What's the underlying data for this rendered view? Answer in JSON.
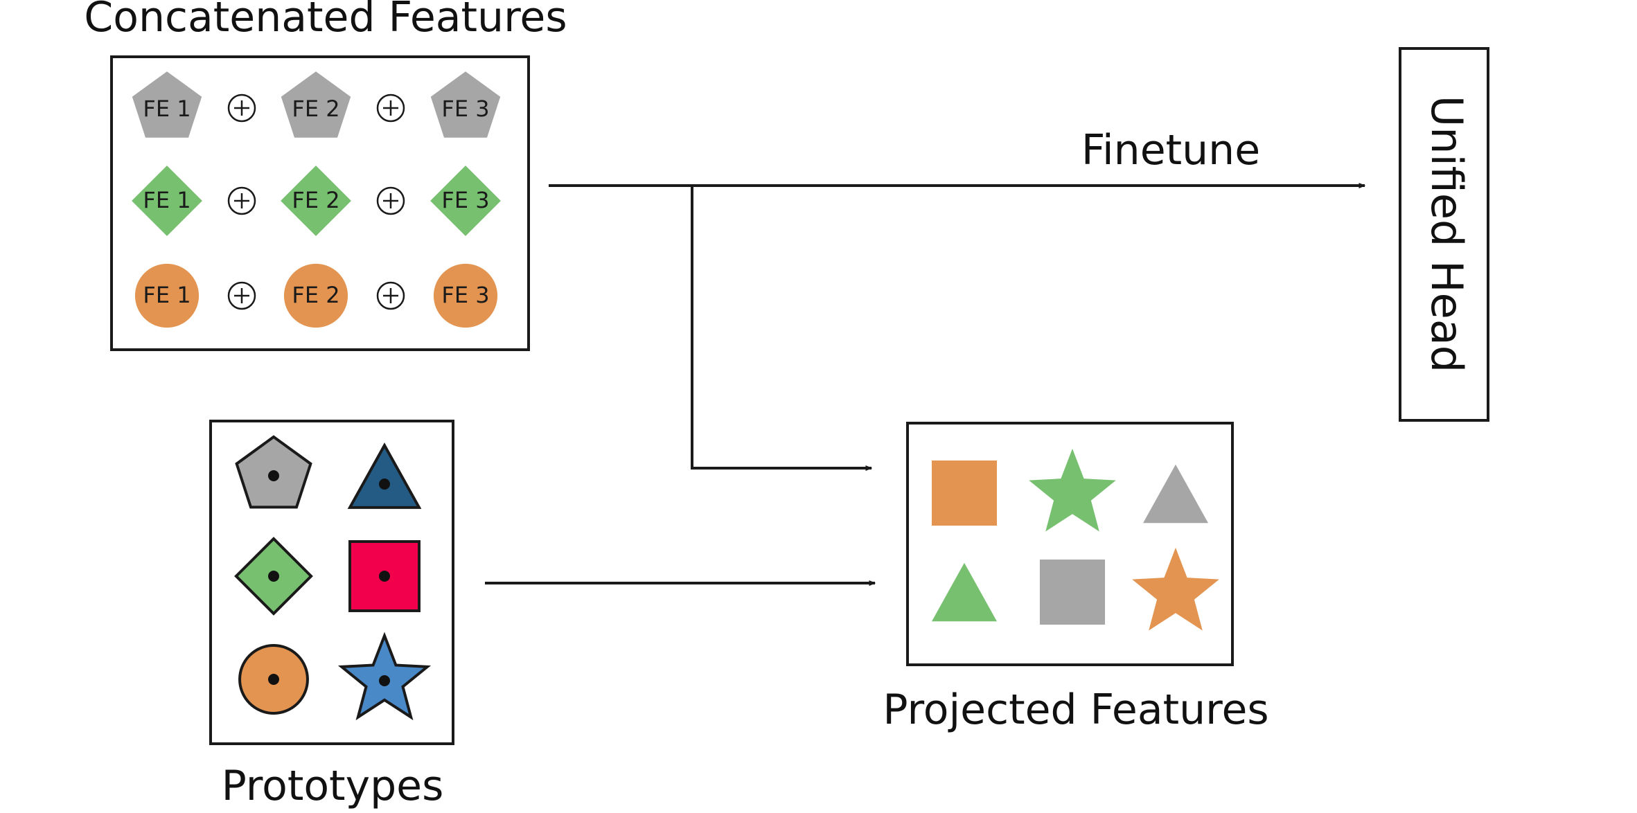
{
  "colors": {
    "gray": "#a6a6a6",
    "green": "#77c06f",
    "orange": "#e39450",
    "dark_blue": "#245b85",
    "crimson": "#f2004b",
    "blue": "#4a89c8",
    "ink": "#1a1a1a"
  },
  "concatenated": {
    "title": "Concatenated Features",
    "rows": [
      {
        "shape": "pentagon-icon",
        "color": "gray",
        "items": [
          "FE 1",
          "FE 2",
          "FE 3"
        ]
      },
      {
        "shape": "diamond-icon",
        "color": "green",
        "items": [
          "FE 1",
          "FE 2",
          "FE 3"
        ]
      },
      {
        "shape": "circle-icon",
        "color": "orange",
        "items": [
          "FE 1",
          "FE 2",
          "FE 3"
        ]
      }
    ],
    "operator_icon": "circle-plus-icon"
  },
  "finetune_label": "Finetune",
  "unified_head": {
    "label": "Unified Head"
  },
  "prototypes": {
    "title": "Prototypes",
    "items": [
      {
        "shape": "pentagon-icon",
        "color": "gray"
      },
      {
        "shape": "triangle-icon",
        "color": "dark_blue"
      },
      {
        "shape": "diamond-icon",
        "color": "green"
      },
      {
        "shape": "square-icon",
        "color": "crimson"
      },
      {
        "shape": "circle-icon",
        "color": "orange"
      },
      {
        "shape": "star-icon",
        "color": "blue"
      }
    ]
  },
  "projected": {
    "title": "Projected Features",
    "items": [
      {
        "shape": "square-icon",
        "color": "orange"
      },
      {
        "shape": "star-icon",
        "color": "green"
      },
      {
        "shape": "triangle-icon",
        "color": "gray"
      },
      {
        "shape": "triangle-icon",
        "color": "green"
      },
      {
        "shape": "square-icon",
        "color": "gray"
      },
      {
        "shape": "star-icon",
        "color": "orange"
      }
    ]
  }
}
